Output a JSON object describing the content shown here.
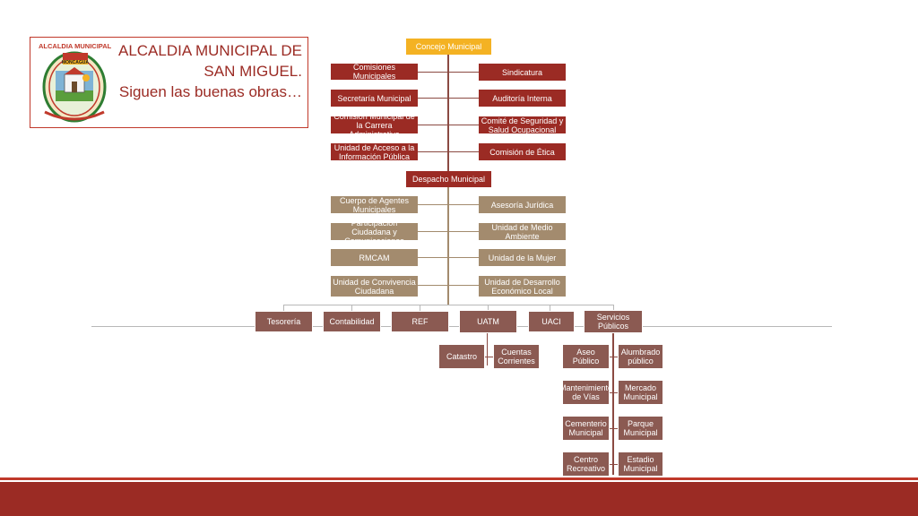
{
  "header": {
    "logo_text": "ALCALDIA MUNICIPAL",
    "logo_sub": "MONCAGUA",
    "title_line1": "ALCALDIA MUNICIPAL DE",
    "title_line2": "SAN MIGUEL.",
    "title_line3": "Siguen las buenas obras…"
  },
  "org": {
    "top": "Concejo Municipal",
    "left_top": [
      "Comisiones Municipales",
      "Secretaría Municipal",
      "Comisión Municipal de la Carrera Administrativa",
      "Unidad de Acceso a la Información Pública"
    ],
    "right_top": [
      "Sindicatura",
      "Auditoría Interna",
      "Comité de Seguridad y Salud Ocupacional",
      "Comisión de Ética"
    ],
    "despacho": "Despacho Municipal",
    "left_mid": [
      "Cuerpo de Agentes Municipales",
      "Participación Ciudadana y Comunicaciones",
      "RMCAM",
      "Unidad de Convivencia Ciudadana"
    ],
    "right_mid": [
      "Asesoría Jurídica",
      "Unidad de Medio Ambiente",
      "Unidad de la Mujer",
      "Unidad de Desarrollo Económico Local"
    ],
    "departments": [
      "Tesorería",
      "Contabilidad",
      "REF",
      "UATM",
      "UACI",
      "Servicios Públicos"
    ],
    "uatm_units": [
      "Catastro",
      "Cuentas Corrientes"
    ],
    "servicios_left": [
      "Aseo Público",
      "Mantenimiento de Vías",
      "Cementerio Municipal",
      "Centro Recreativo"
    ],
    "servicios_right": [
      "Alumbrado público",
      "Mercado Municipal",
      "Parque Municipal",
      "Estadio Municipal"
    ]
  },
  "colors": {
    "primary": "#9b2b24",
    "tan": "#a38b6e",
    "gold": "#f4b223",
    "brown": "#8b5a52"
  }
}
